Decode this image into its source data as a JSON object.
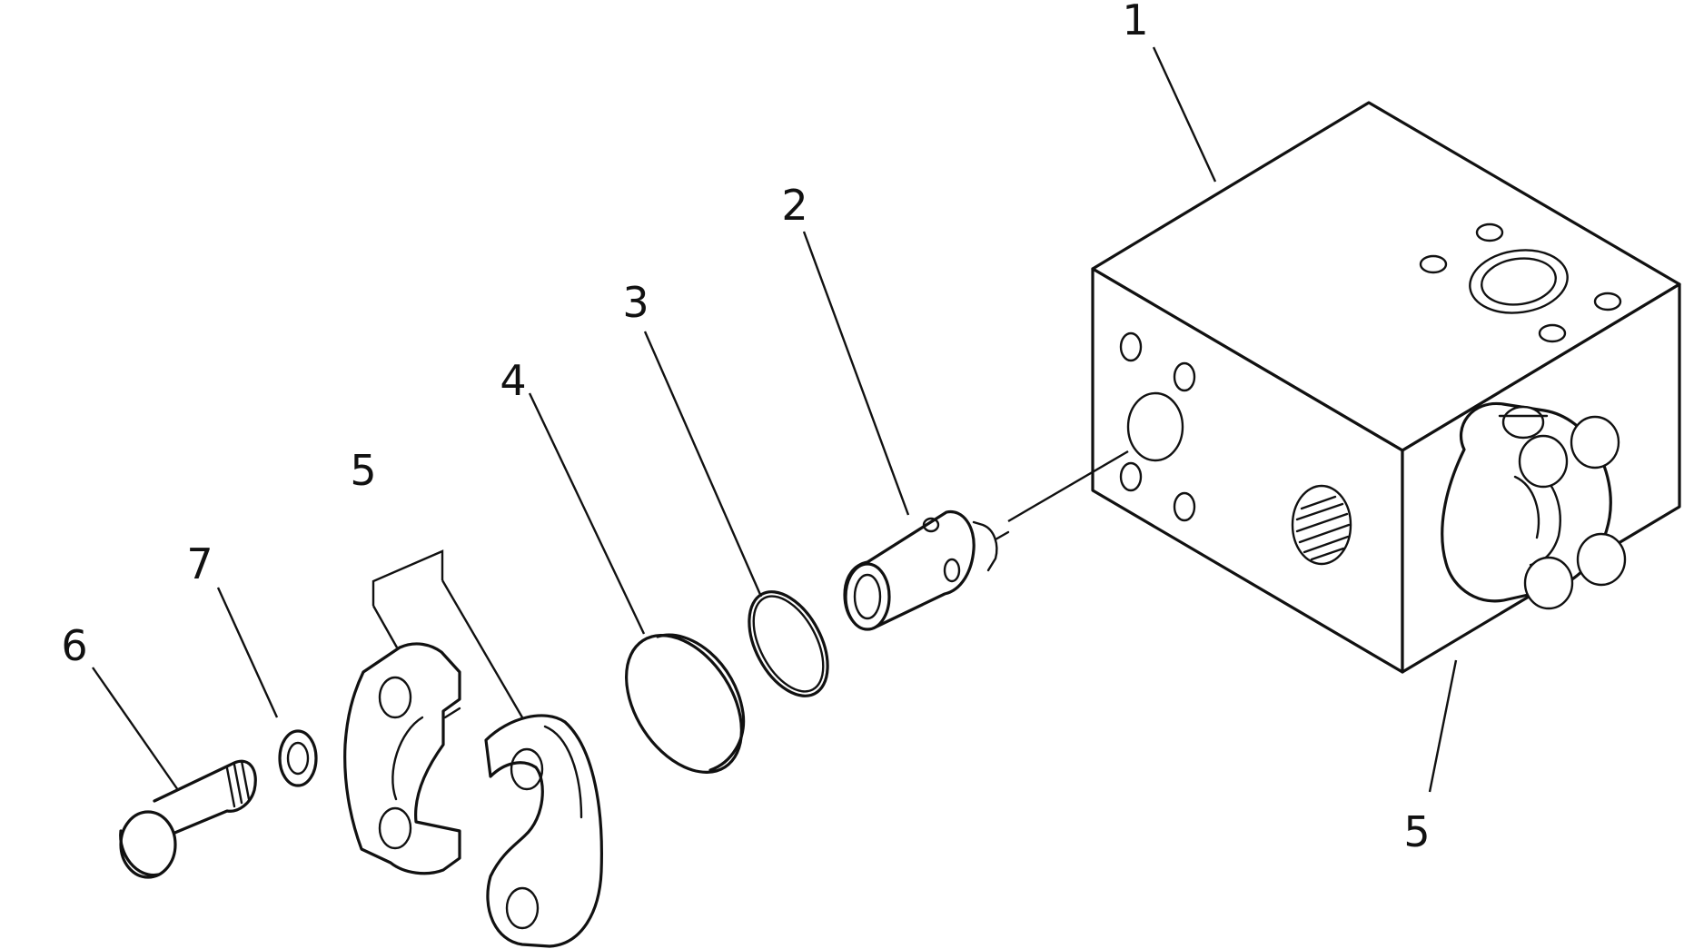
{
  "diagram": {
    "colors": {
      "ink": "#111111",
      "background": "#ffffff"
    },
    "callouts": [
      {
        "id": "c1",
        "label": "1"
      },
      {
        "id": "c2",
        "label": "2"
      },
      {
        "id": "c3",
        "label": "3"
      },
      {
        "id": "c4",
        "label": "4"
      },
      {
        "id": "c5a",
        "label": "5"
      },
      {
        "id": "c7",
        "label": "7"
      },
      {
        "id": "c6",
        "label": "6"
      },
      {
        "id": "c5b",
        "label": "5"
      }
    ]
  }
}
